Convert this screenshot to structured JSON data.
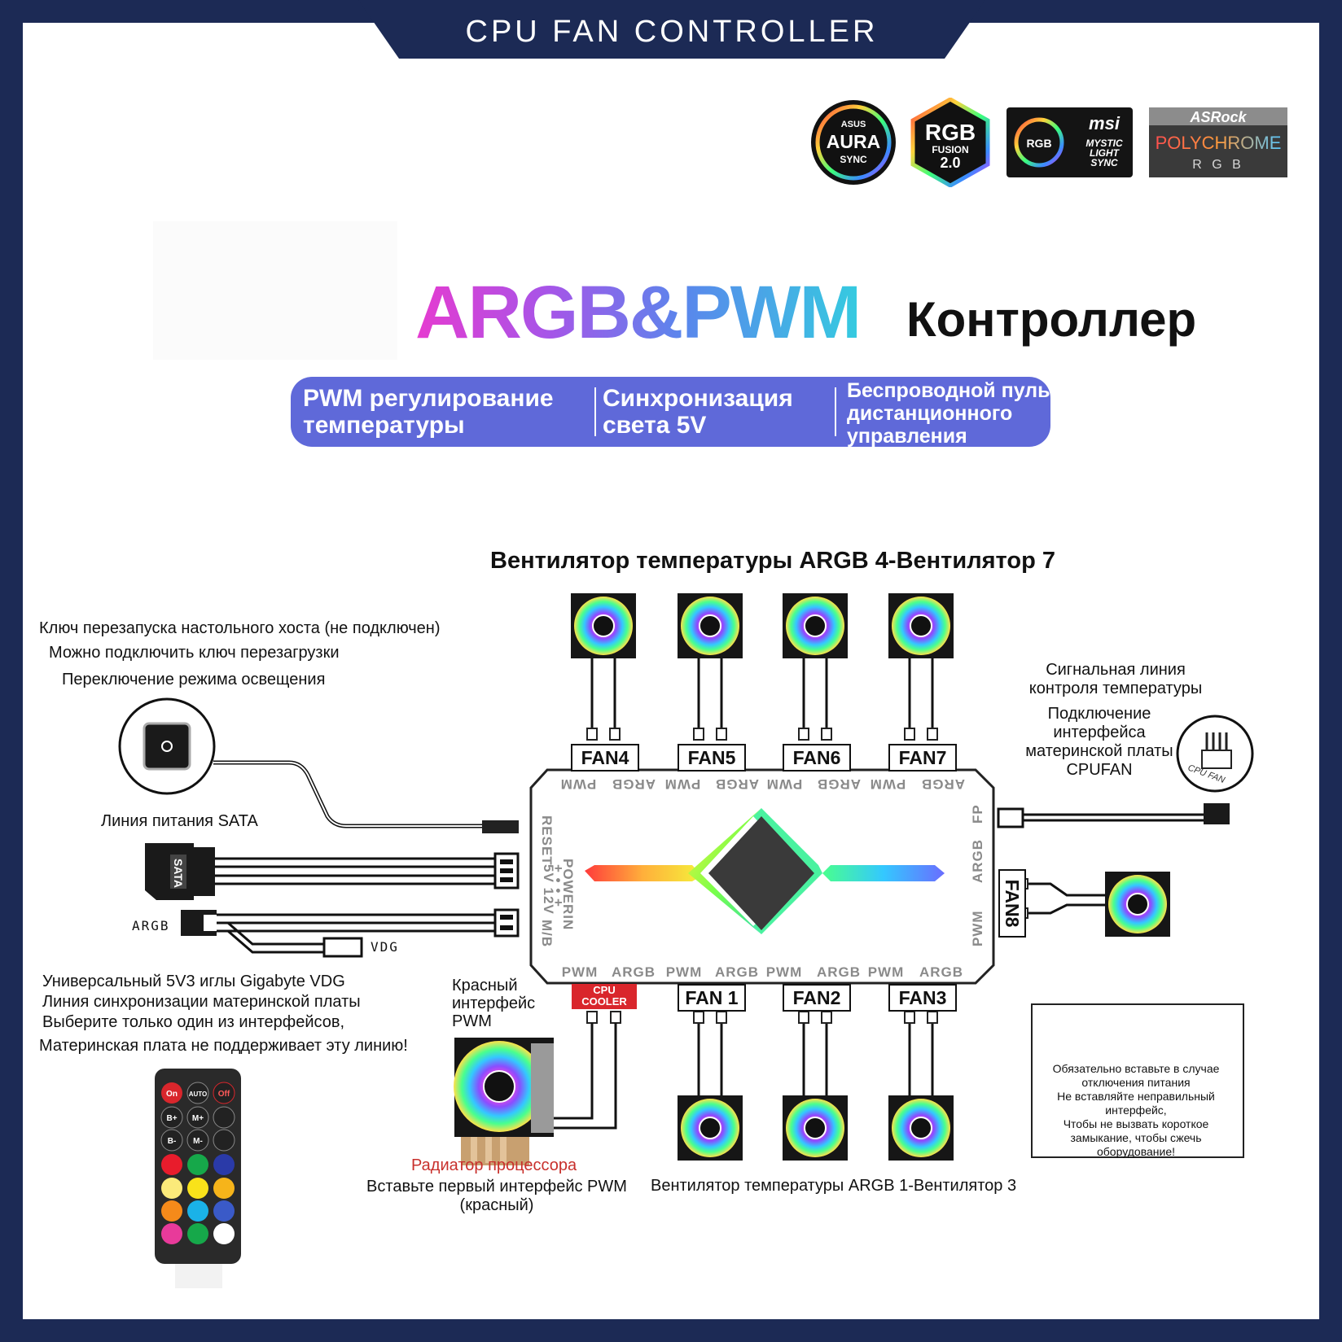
{
  "header": {
    "title": "CPU FAN CONTROLLER"
  },
  "logos": {
    "asus": {
      "brand": "ASUS",
      "line1": "AURA",
      "line2": "SYNC"
    },
    "gigabyte": {
      "line1": "RGB",
      "line2": "FUSION",
      "line3": "2.0"
    },
    "msi": {
      "badge": "RGB",
      "brand": "msi",
      "line1": "MYSTIC",
      "line2": "LIGHT",
      "line3": "SYNC"
    },
    "asrock": {
      "brand": "ASRock",
      "line1": "POLYCHROME",
      "line2": "R G B"
    }
  },
  "title": {
    "main": "ARGB&PWM",
    "suffix": "Контроллер"
  },
  "features": [
    {
      "line1": "PWM регулирование",
      "line2": "температуры"
    },
    {
      "line1": "Синхронизация",
      "line2": "света 5V"
    },
    {
      "line1": "Беспроводной пульт",
      "line2": "дистанционного",
      "line3": "управления"
    }
  ],
  "top_fans_title": "Вентилятор температуры ARGB 4-Вентилятор 7",
  "left_notes": {
    "reset1": "Ключ перезапуска настольного хоста (не подключен)",
    "reset2": "Можно подключить ключ перезагрузки",
    "reset3": "Переключение режима освещения",
    "sata": "Линия питания SATA",
    "argb": "ARGB",
    "vdg": "VDG",
    "sync1": "Универсальный 5V3 иглы Gigabyte VDG",
    "sync2": "Линия синхронизации материнской платы",
    "sync3": "Выберите только один из интерфейсов,",
    "sync4": "Материнская плата не поддерживает эту линию!"
  },
  "right_notes": {
    "signal1": "Сигнальная линия",
    "signal2": "контроля температуры",
    "cpufan1": "Подключение",
    "cpufan2": "интерфейса",
    "cpufan3": "материнской платы",
    "cpufan4": "CPUFAN",
    "cpu_fan_tag": "CPU FAN"
  },
  "controller": {
    "top_ports": [
      "PWM",
      "ARGB",
      "PWM",
      "ARGB",
      "PWM",
      "ARGB",
      "PWM",
      "ARGB"
    ],
    "bottom_ports": [
      "PWM",
      "ARGB",
      "PWM",
      "ARGB",
      "PWM",
      "ARGB",
      "PWM",
      "ARGB"
    ],
    "left_ports": {
      "reset": "RESET",
      "powerin": "POWERIN",
      "pins": "+ • • +",
      "volts": "5V  12V",
      "mb": "M/B"
    },
    "right_ports": {
      "fp": "FP",
      "argb": "ARGB",
      "pwm": "PWM"
    }
  },
  "fan_labels": {
    "fan1": "FAN 1",
    "fan2": "FAN2",
    "fan3": "FAN3",
    "fan4": "FAN4",
    "fan5": "FAN5",
    "fan6": "FAN6",
    "fan7": "FAN7",
    "fan8": "FAN8",
    "cpu_cooler1": "CPU",
    "cpu_cooler2": "COOLER"
  },
  "bottom_notes": {
    "red1": "Красный",
    "red2": "интерфейс",
    "red3": "PWM",
    "radiator": "Радиатор процессора",
    "insert1": "Вставьте первый интерфейс PWM",
    "insert2": "(красный)",
    "bottom_fans_title": "Вентилятор температуры ARGB 1-Вентилятор 3"
  },
  "remote": {
    "on": "On",
    "auto": "AUTO",
    "off": "Off",
    "bplus": "B+",
    "mplus": "M+",
    "bminus": "B-",
    "mminus": "M-"
  },
  "warning": {
    "line1": "Обязательно вставьте в случае",
    "line2": "отключения питания",
    "line3": "Не вставляйте неправильный",
    "line4": "интерфейс,",
    "line5": "Чтобы не вызвать короткое",
    "line6": "замыкание, чтобы сжечь",
    "line7": "оборудование!"
  },
  "colors": {
    "frame": "#1c2a55",
    "feature_bar": "#5f69d9",
    "cpu_cooler_tag": "#d9262c",
    "radiator_label": "#c8302c"
  }
}
